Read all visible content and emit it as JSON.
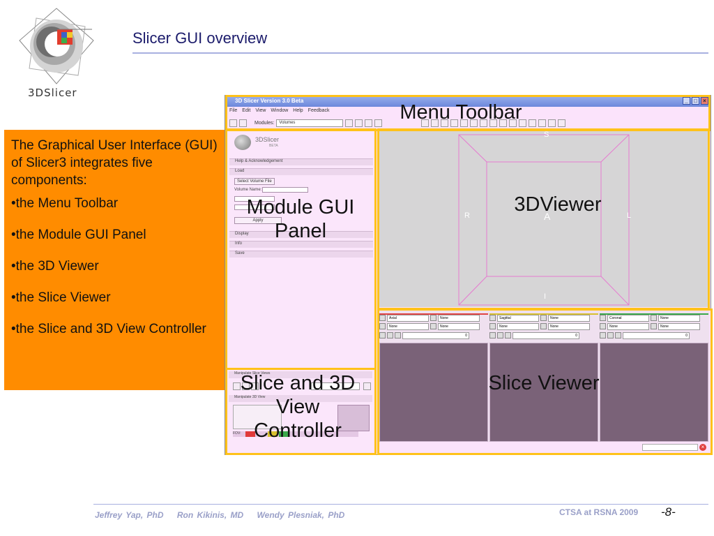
{
  "slide": {
    "title": "Slicer GUI overview",
    "logo_text": "3DSlicer",
    "page_number": "-8-"
  },
  "info_box": {
    "intro": "The Graphical User Interface (GUI) of Slicer3 integrates five components:",
    "items": [
      "the Menu Toolbar",
      "the Module GUI Panel",
      "the 3D Viewer",
      "the Slice Viewer",
      "the Slice and 3D View Controller"
    ]
  },
  "footer": {
    "authors": [
      "Jeffrey Yap, PhD",
      "Ron Kikinis, MD",
      "Wendy Plesniak, PhD"
    ],
    "event": "CTSA at RSNA 2009"
  },
  "app": {
    "window_title": "3D Slicer Version 3.0 Beta",
    "menu": [
      "File",
      "Edit",
      "View",
      "Window",
      "Help",
      "Feedback"
    ],
    "modules_label": "Modules:",
    "module_selected": "Volumes",
    "module_logo_text": "3DSlicer",
    "module_logo_sub": "BETA",
    "sections": {
      "help": "Help & Acknowledgement",
      "load": "Load",
      "display": "Display",
      "info": "Info",
      "save": "Save"
    },
    "select_volume_button": "Select Volume File",
    "volume_name_label": "Volume Name:",
    "apply_button": "Apply",
    "ctrl_sections": [
      "Manipulate Slice Views",
      "Manipulate 3D View"
    ],
    "ctrl_fov_label": "FOV:",
    "viewer_labels": {
      "top": "S",
      "left": "R",
      "center": "A",
      "right": "L",
      "bottom": "I"
    },
    "slice_controllers": [
      {
        "orientation": "Axial",
        "fg": "None",
        "bg": "None",
        "label": "None",
        "offset": "0"
      },
      {
        "orientation": "Sagittal",
        "fg": "None",
        "bg": "None",
        "label": "None",
        "offset": "0"
      },
      {
        "orientation": "Coronal",
        "fg": "None",
        "bg": "None",
        "label": "None",
        "offset": "0"
      }
    ]
  },
  "overlays": {
    "menu_toolbar": "Menu Toolbar",
    "module_gui_panel": "Module GUI Panel",
    "viewer_3d": "3DViewer",
    "slice_3d_controller": "Slice and 3D View Controller",
    "slice_viewer": "Slice Viewer"
  },
  "colors": {
    "info_box_bg": "#ff8c00",
    "highlight": "#ffc21a",
    "title": "#1b1b6b",
    "slice_view_bg": "#7a6278",
    "app_bg": "#fbe3fb"
  }
}
